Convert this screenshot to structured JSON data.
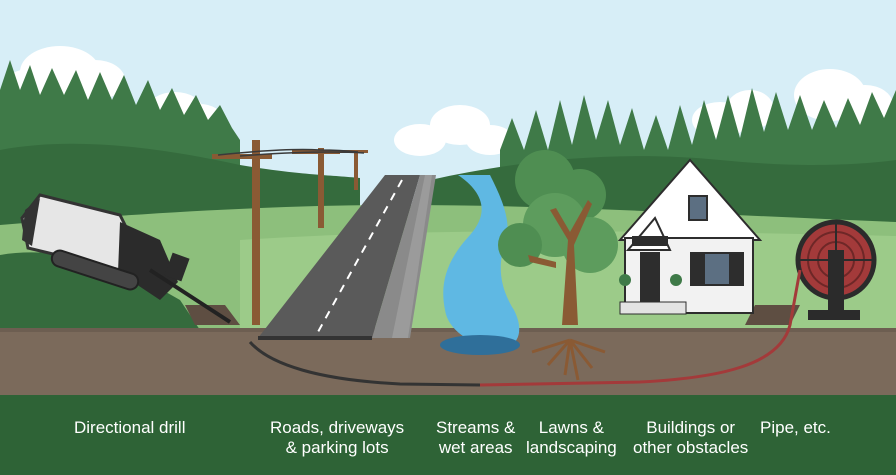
{
  "captions": {
    "drill": {
      "line1": "Directional drill"
    },
    "roads": {
      "line1": "Roads, driveways",
      "line2": "& parking lots"
    },
    "streams": {
      "line1": "Streams &",
      "line2": "wet areas"
    },
    "lawns": {
      "line1": "Lawns &",
      "line2": "landscaping"
    },
    "buildings": {
      "line1": "Buildings or",
      "line2": "other obstacles"
    },
    "pipe": {
      "line1": "Pipe, etc."
    }
  },
  "colors": {
    "sky": "#d7eef7",
    "forest_far": "#3f7a48",
    "forest_near": "#356b3d",
    "hill": "#6ea66a",
    "meadow": "#8dbf7c",
    "ground": "#7b6a5b",
    "road": "#5a5a5a",
    "stream": "#5fb8e3",
    "caption_bar": "#2e6336",
    "bore_black": "#333333",
    "bore_red": "#a33a3a"
  },
  "icons": [
    "drill-rig-icon",
    "utility-pole-icon",
    "house-icon",
    "tree-icon",
    "pipe-reel-icon"
  ]
}
